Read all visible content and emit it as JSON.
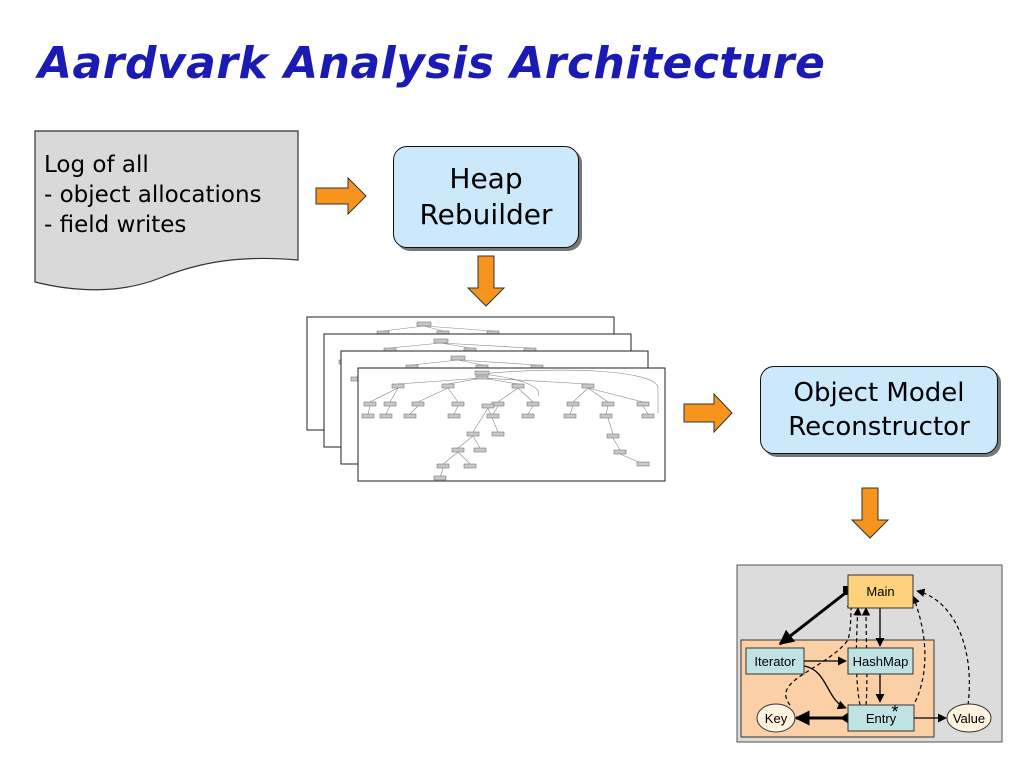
{
  "title": "Aardvark Analysis Architecture",
  "log_doc": {
    "lines": [
      "Log of all",
      "- object allocations",
      "- field writes"
    ]
  },
  "heap_rebuilder": {
    "line1": "Heap",
    "line2": "Rebuilder"
  },
  "object_model_reconstructor": {
    "line1": "Object Model",
    "line2": "Reconstructor"
  },
  "object_model": {
    "main": "Main",
    "iterator": "Iterator",
    "hashmap": "HashMap",
    "entry": "Entry",
    "key": "Key",
    "value": "Value",
    "multiplicity": "*"
  },
  "colors": {
    "title": "#1a1ab5",
    "box_fill": "#cce9fb",
    "arrow": "#f7941d",
    "doc_fill": "#d9d9d9",
    "uml_bg": "#dcdcdc",
    "uml_region": "#fbd0a6",
    "main_fill": "#fdd27a",
    "class_fill": "#bfe3e3"
  }
}
